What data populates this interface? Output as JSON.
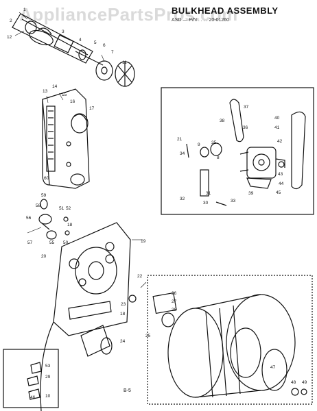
{
  "header": {
    "title": "BULKHEAD ASSEMBLY",
    "subtitle": "ASD — P/N . . . .  20-01260"
  },
  "watermark": "AppliancePartsPros.com",
  "footer": {
    "page": "B-5"
  },
  "part_labels": {
    "p1": "1",
    "p2": "2",
    "p3": "3",
    "p4": "4",
    "p5": "5",
    "p6": "6",
    "p7": "7",
    "p8": "8",
    "p9": "9",
    "p10": "10",
    "p11": "11",
    "p12": "12",
    "p13": "13",
    "p14": "14",
    "p15": "15",
    "p16": "16",
    "p17": "17",
    "p18": "18",
    "p19": "19",
    "p20": "20",
    "p21": "21",
    "p22": "22",
    "p23": "23",
    "p24": "24",
    "p25": "25",
    "p26": "26",
    "p27": "27",
    "p28": "28",
    "p29": "29",
    "p30": "30",
    "p31": "31",
    "p32": "32",
    "p33": "33",
    "p34": "34",
    "p35": "35",
    "p36": "36",
    "p37": "37",
    "p38": "38",
    "p39": "39",
    "p40": "40",
    "p41": "41",
    "p42": "42",
    "p43": "43",
    "p44": "44",
    "p45": "45",
    "p46": "46",
    "p47": "47",
    "p48": "48",
    "p49": "49",
    "p50": "50",
    "p51": "51",
    "p52": "52",
    "p53": "53",
    "p55": "55",
    "p56": "56",
    "p57": "57",
    "p58": "58",
    "p59": "59",
    "p60": "60"
  }
}
